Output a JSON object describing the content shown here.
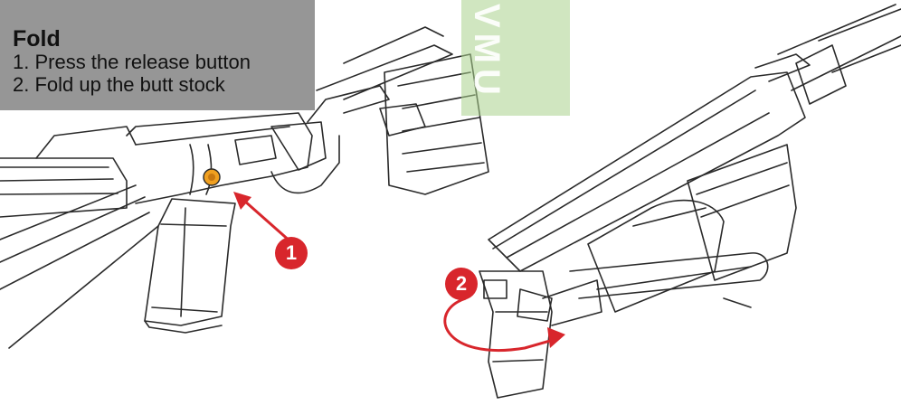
{
  "instructions": {
    "title": "Fold",
    "steps": [
      "1. Press the release button",
      "2. Fold up the butt stock"
    ]
  },
  "callouts": [
    {
      "number": "1",
      "target": "release-button"
    },
    {
      "number": "2",
      "target": "butt-stock-fold"
    }
  ],
  "watermark": {
    "text": "VMU"
  },
  "colors": {
    "callout": "#d8262c",
    "release_button": "#f0a020",
    "line": "#2a2a2a",
    "caption_overlay": "#6e6e6e",
    "watermark_green": "#aad28c"
  }
}
